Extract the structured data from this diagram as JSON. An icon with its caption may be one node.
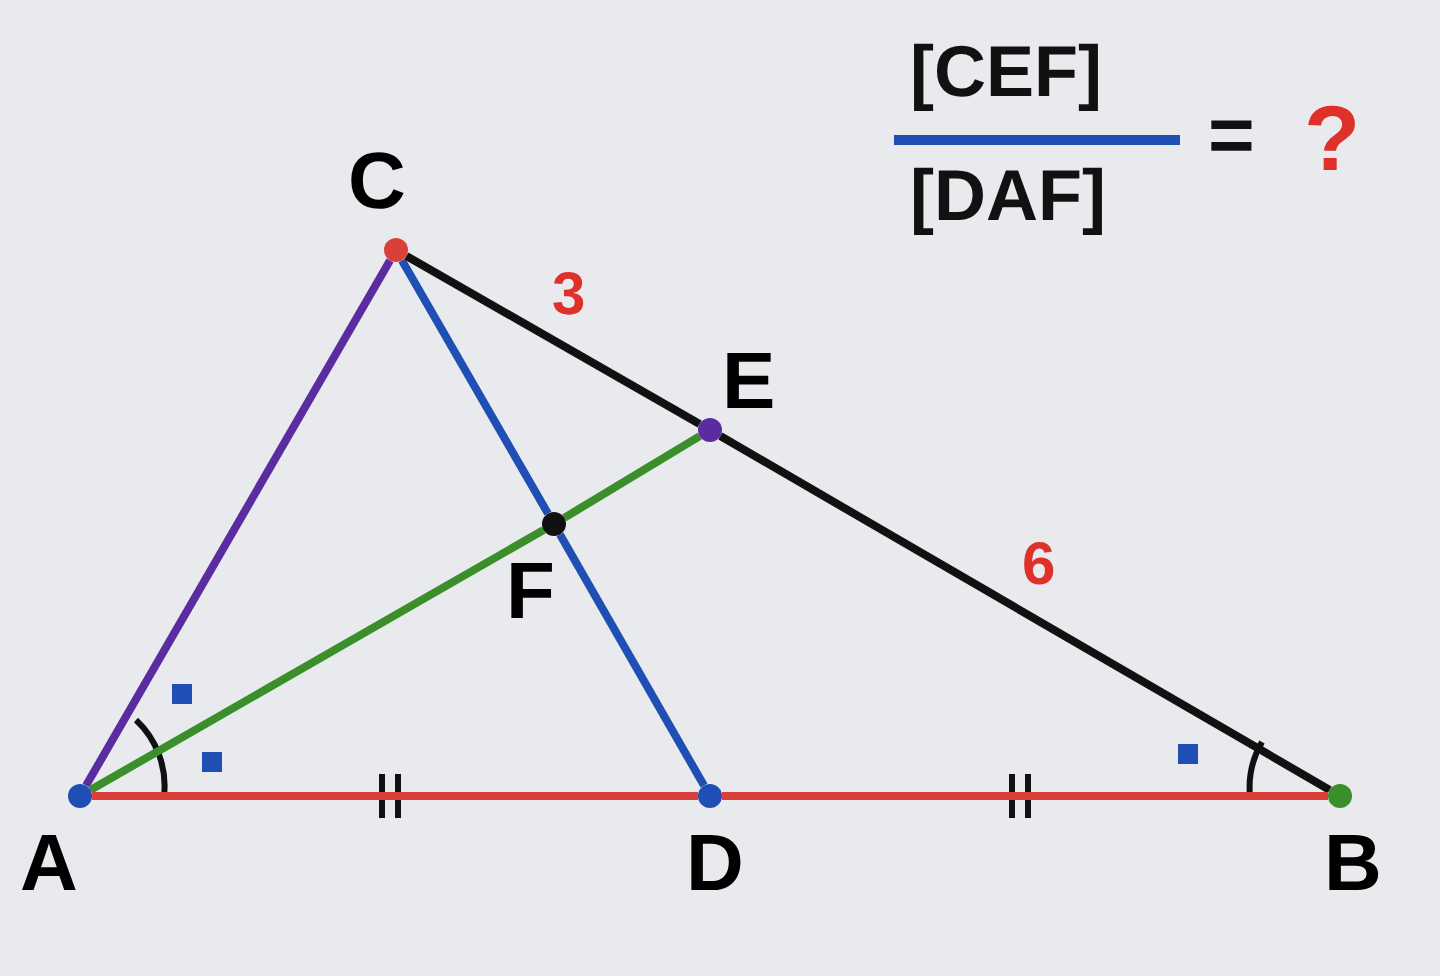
{
  "diagram": {
    "nodes": [
      {
        "text": [
          "A"
        ]
      },
      {
        "text": [
          "B"
        ]
      },
      {
        "text": [
          "C"
        ]
      },
      {
        "text": [
          "D"
        ]
      },
      {
        "text": [
          "E"
        ]
      },
      {
        "text": [
          "F"
        ]
      }
    ],
    "edges": [
      {
        "from": 0,
        "to": 2,
        "arrow": "none",
        "color": "#5b2ca0"
      },
      {
        "from": 2,
        "to": 5,
        "arrow": "none",
        "color": "#1f4fb5"
      },
      {
        "from": 5,
        "to": 3,
        "arrow": "none",
        "color": "#1f4fb5"
      },
      {
        "from": 2,
        "to": 4,
        "arrow": "none",
        "color": "#111111",
        "label": "3"
      },
      {
        "from": 4,
        "to": 1,
        "arrow": "none",
        "color": "#111111",
        "label": "6"
      },
      {
        "from": 0,
        "to": 5,
        "arrow": "none",
        "color": "#3a8f2a"
      },
      {
        "from": 5,
        "to": 4,
        "arrow": "none",
        "color": "#3a8f2a"
      },
      {
        "from": 0,
        "to": 3,
        "arrow": "none",
        "color": "#d9403a"
      },
      {
        "from": 3,
        "to": 1,
        "arrow": "none",
        "color": "#d9403a"
      }
    ],
    "labels": [
      "[CEF]",
      "[DAF]",
      "=",
      "?"
    ]
  }
}
